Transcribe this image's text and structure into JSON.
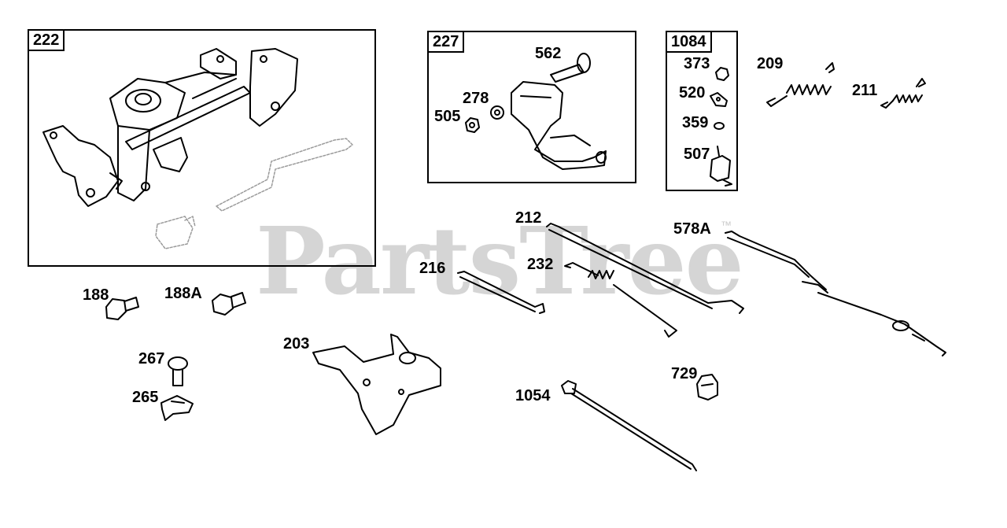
{
  "watermark": {
    "text": "PartsTree",
    "trademark": "™"
  },
  "boxes": {
    "b222": "222",
    "b227": "227",
    "b1084": "1084"
  },
  "callouts": {
    "c562": "562",
    "c278": "278",
    "c505": "505",
    "c373": "373",
    "c520": "520",
    "c359": "359",
    "c507": "507",
    "c209": "209",
    "c211": "211",
    "c212": "212",
    "c578A": "578A",
    "c216": "216",
    "c232": "232",
    "c188": "188",
    "c188A": "188A",
    "c203": "203",
    "c267": "267",
    "c265": "265",
    "c1054": "1054",
    "c729": "729"
  },
  "colors": {
    "line": "#000000",
    "watermark": "#c8c8c8",
    "ghost": "#9a9a9a"
  }
}
